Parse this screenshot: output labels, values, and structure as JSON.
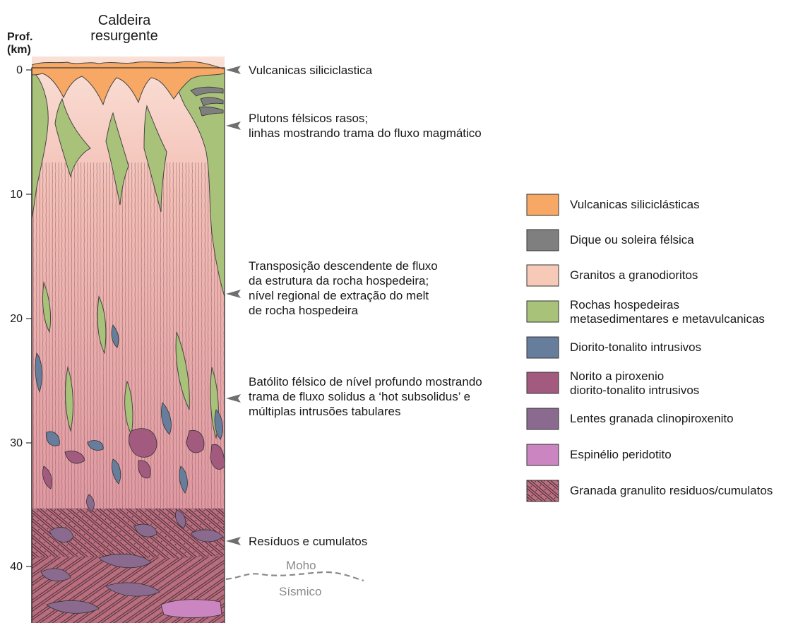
{
  "title_lines": [
    "Caldeira",
    "resurgente"
  ],
  "axis": {
    "title_lines": [
      "Prof.",
      "(km)"
    ],
    "ticks": [
      "0",
      "10",
      "20",
      "30",
      "40"
    ]
  },
  "annotations": [
    {
      "lines": [
        "Vulcanicas siliciclastica"
      ]
    },
    {
      "lines": [
        "Plutons félsicos rasos;",
        "linhas mostrando trama do fluxo magmático"
      ]
    },
    {
      "lines": [
        "Transposição descendente de fluxo",
        "da estrutura da rocha hospedeira;",
        "nível regional de extração do melt",
        "de rocha hospedeira"
      ]
    },
    {
      "lines": [
        "Batólito félsico de nível profundo mostrando",
        "trama de fluxo solidus a ‘hot subsolidus’ e",
        "múltiplas intrusões tabulares"
      ]
    },
    {
      "lines": [
        "Resíduos e cumulatos"
      ]
    }
  ],
  "moho": {
    "top": "Moho",
    "bottom": "Sísmico"
  },
  "legend": [
    {
      "lines": [
        "Vulcanicas siliciclásticas"
      ],
      "color": "#f7a865",
      "pattern": "none"
    },
    {
      "lines": [
        "Dique ou soleira félsica"
      ],
      "color": "#7f7f7f",
      "pattern": "none"
    },
    {
      "lines": [
        "Granitos a granodioritos"
      ],
      "color": "#f7cab8",
      "pattern": "none"
    },
    {
      "lines": [
        "Rochas hospedeiras",
        "metasedimentares e metavulcanicas"
      ],
      "color": "#a9c27a",
      "pattern": "none"
    },
    {
      "lines": [
        "Diorito-tonalito intrusivos"
      ],
      "color": "#677d9c",
      "pattern": "none"
    },
    {
      "lines": [
        "Norito a piroxenio",
        "diorito-tonalito intrusivos"
      ],
      "color": "#a25a7f",
      "pattern": "none"
    },
    {
      "lines": [
        "Lentes granada clinopiroxenito"
      ],
      "color": "#8a6b8f",
      "pattern": "none"
    },
    {
      "lines": [
        "Espinélio peridotito"
      ],
      "color": "#cb85c0",
      "pattern": "none"
    },
    {
      "lines": [
        "Granada granulito residuos/cumulatos"
      ],
      "color": "#bb6f80",
      "pattern": "hatch"
    }
  ],
  "colors": {
    "granite_pale": "#f8d2c4",
    "granite_deep": "#e7a3a6",
    "host_rock": "#a9c27a",
    "volcanic": "#f7a865",
    "granulite": "#bb6f80",
    "diorite": "#677d9c",
    "norite": "#a25a7f",
    "garnet_lens": "#8a6b8f",
    "spinel": "#cb85c0",
    "dike": "#7f7f7f"
  }
}
